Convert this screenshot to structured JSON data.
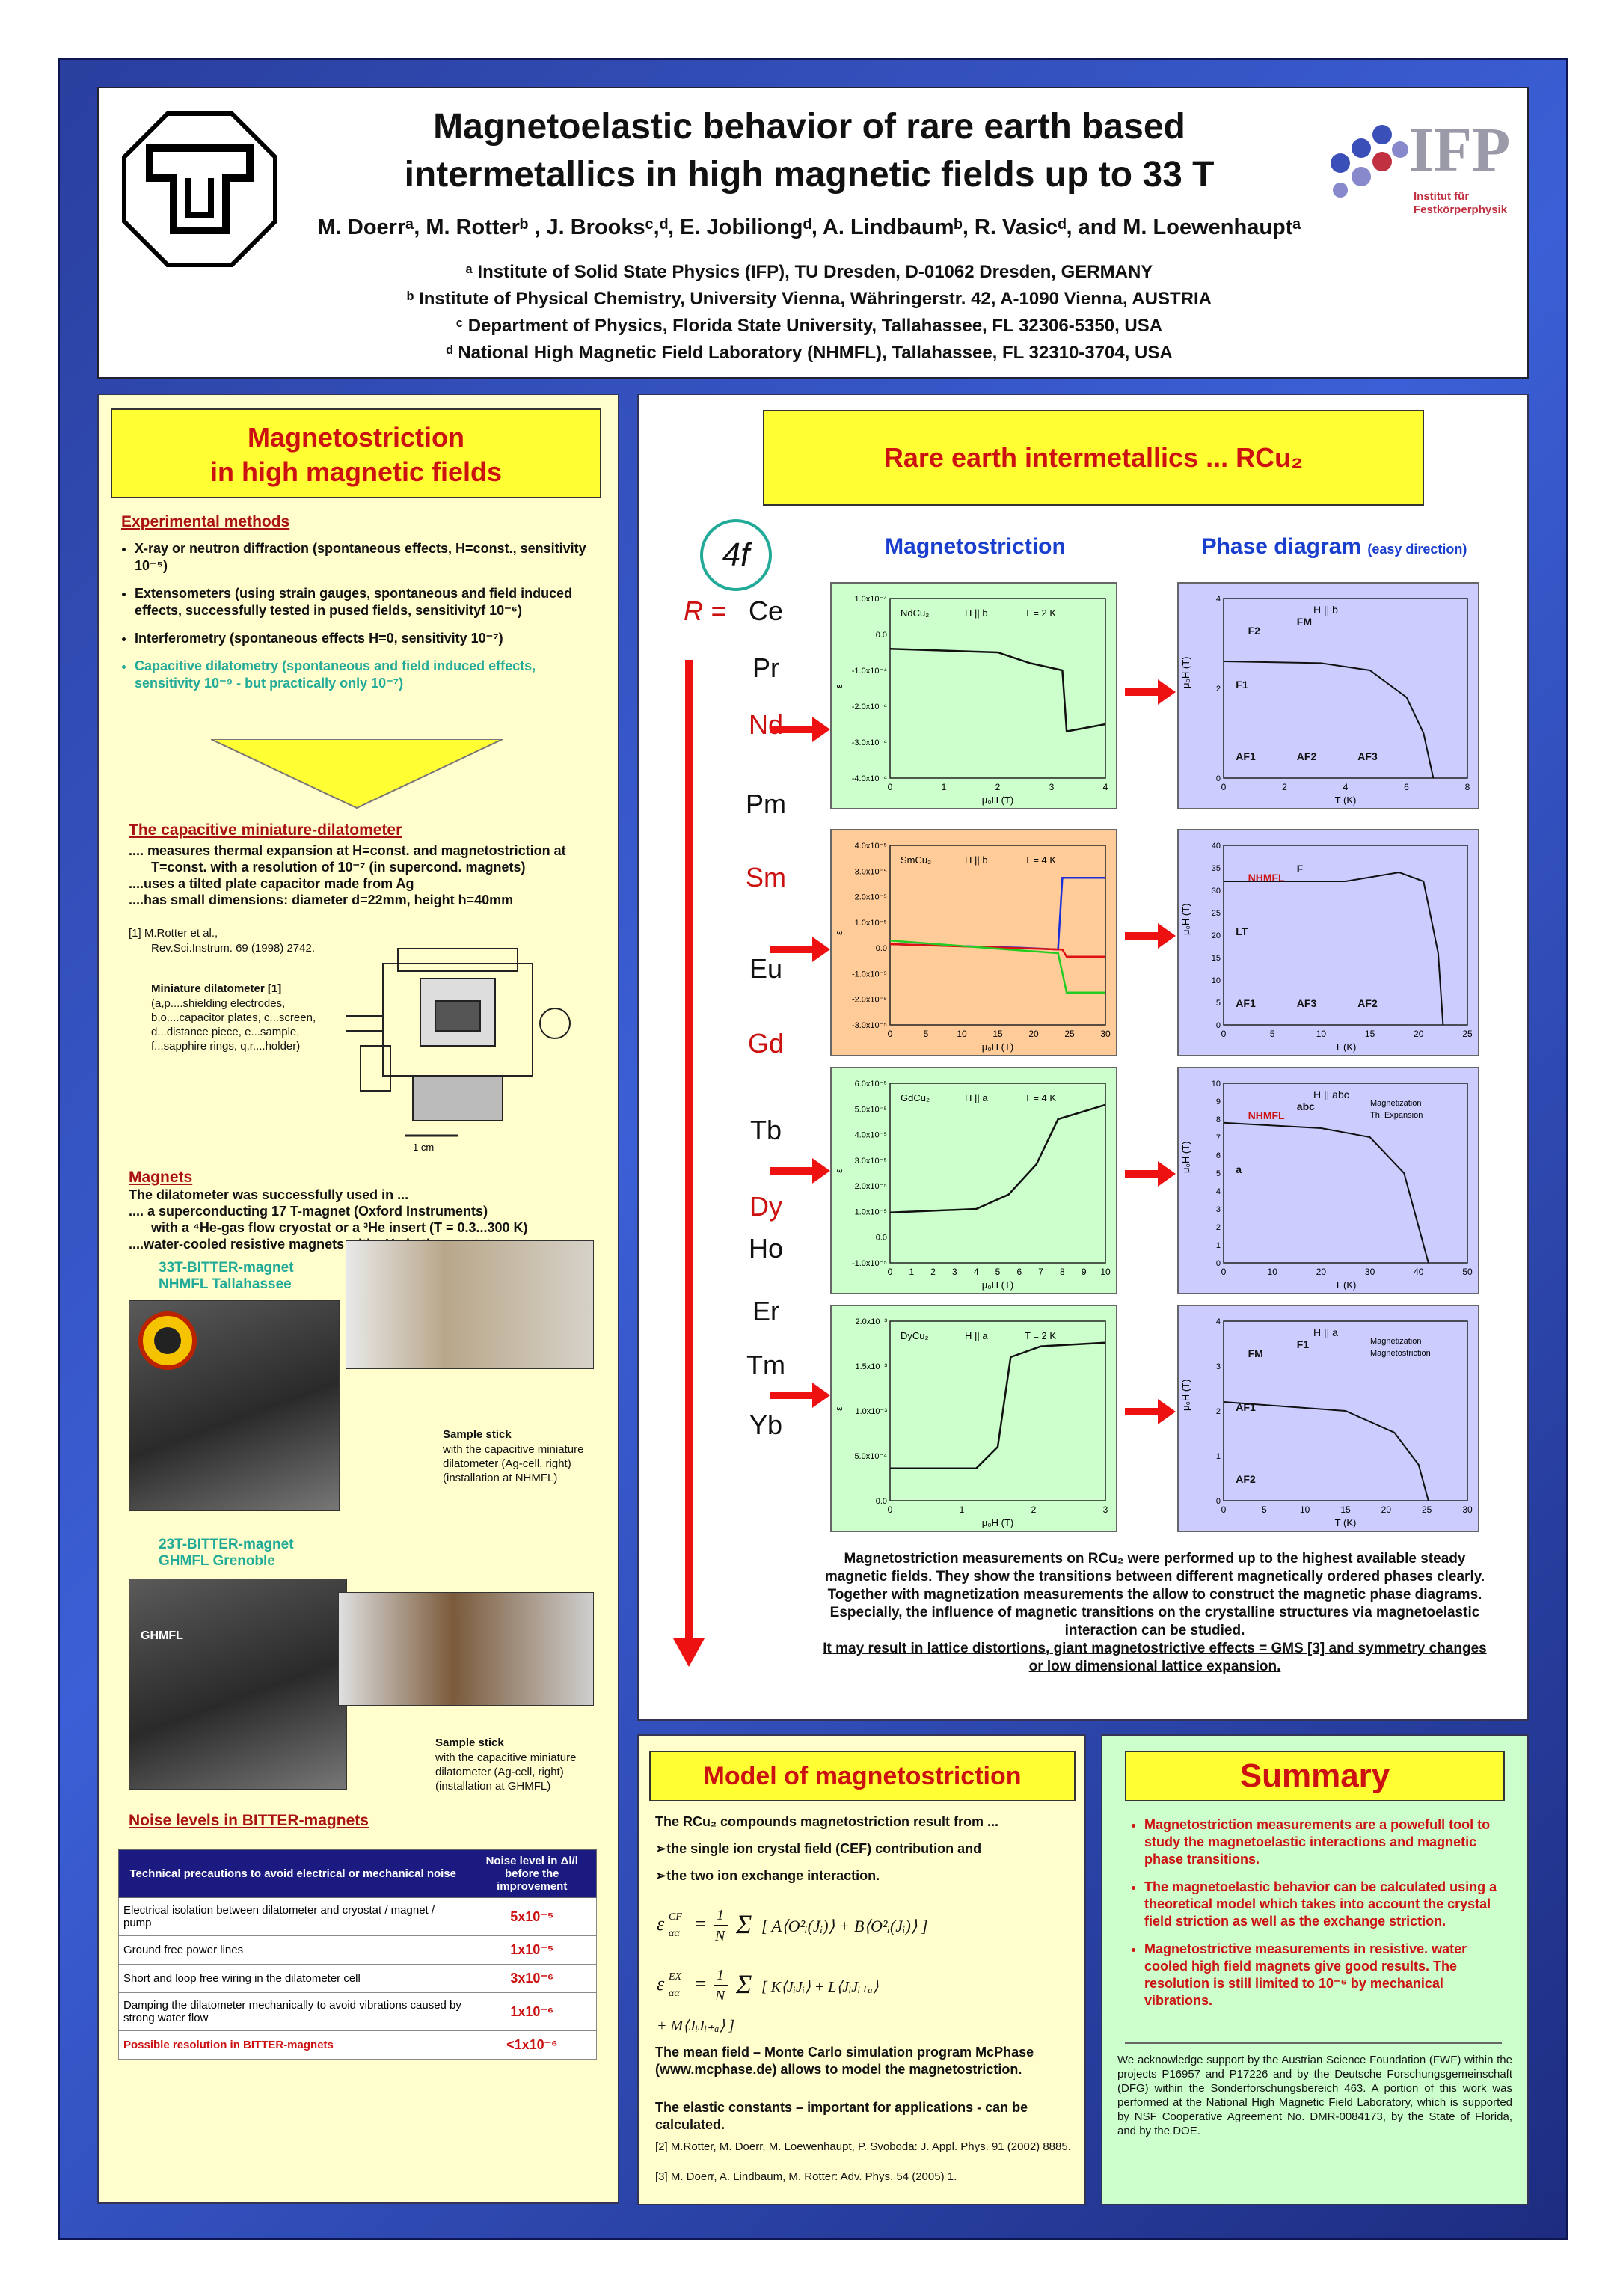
{
  "header": {
    "title_line1": "Magnetoelastic behavior of rare earth based",
    "title_line2": "intermetallics in high magnetic fields up to 33 T",
    "authors": "M. Doerrᵃ, M. Rotterᵇ , J. Brooksᶜ,ᵈ, E. Jobiliongᵈ, A. Lindbaumᵇ, R. Vasicᵈ, and M. Loewenhauptᵃ",
    "affiliations": [
      "ᵃ Institute of Solid State Physics (IFP), TU Dresden, D-01062 Dresden, GERMANY",
      "ᵇ Institute of Physical Chemistry, University Vienna, Währingerstr. 42, A-1090 Vienna, AUSTRIA",
      "ᶜ Department of Physics, Florida State University, Tallahassee, FL 32306-5350, USA",
      "ᵈ National High Magnetic Field Laboratory (NHMFL), Tallahassee, FL 32310-3704, USA"
    ],
    "logo_text": "IFP",
    "logo_sub1": "Institut für",
    "logo_sub2": "Festkörperphysik"
  },
  "left": {
    "heading1": "Magnetostriction",
    "heading2": "in high magnetic fields",
    "exp_methods": "Experimental methods",
    "bullets": [
      "X-ray or neutron diffraction (spontaneous effects, H=const., sensitivity 10⁻⁵)",
      "Extensometers (using strain gauges, spontaneous and field induced effects, successfully tested in pused fields, sensitivityf 10⁻⁶)",
      "Interferometry (spontaneous effects H=0, sensitivity 10⁻⁷)"
    ],
    "bullet_cyan": "Capacitive dilatometry (spontaneous and field induced effects, sensitivity 10⁻⁹ - but practically only 10⁻⁷)",
    "dil_head": "The capacitive miniature-dilatometer",
    "dil_lines": [
      ".... measures thermal expansion at H=const. and magnetostriction at T=const. with a resolution of 10⁻⁷ (in supercond. magnets)",
      "....uses a tilted plate capacitor made from Ag",
      "....has small dimensions: diameter d=22mm, height h=40mm"
    ],
    "ref1a": "[1] M.Rotter et al.,",
    "ref1b": "Rev.Sci.Instrum. 69 (1998) 2742.",
    "mini_title": "Miniature dilatometer [1]",
    "mini_lines": "(a,p....shielding electrodes, b,o....capacitor plates, c...screen, d...distance piece, e...sample, f...sapphire rings, q,r....holder)",
    "drawing_scale": "1 cm",
    "magnets_head": "Magnets",
    "magnets_lines": [
      "The dilatometer was successfully used in ...",
      ".... a superconducting 17 T-magnet (Oxford Instruments)",
      "with a ⁴He-gas flow cryostat or a ³He insert (T = 0.3...300 K)",
      "....water-cooled resistive magnets with ⁴He bath cryostats"
    ],
    "bitter33a": "33T-BITTER-magnet",
    "bitter33b": "NHMFL Tallahassee",
    "stick1_title": "Sample stick",
    "stick1_text": "with the capacitive miniature dilatometer (Ag-cell, right) (installation at NHMFL)",
    "bitter23a": "23T-BITTER-magnet",
    "bitter23b": "GHMFL Grenoble",
    "ghmfl_label": "GHMFL",
    "stick2_title": "Sample stick",
    "stick2_text": "with the capacitive miniature dilatometer (Ag-cell, right) (installation at GHMFL)",
    "noise_head": "Noise levels in BITTER-magnets",
    "noise_th1": "Technical precautions to avoid electrical or mechanical noise",
    "noise_th2": "Noise level in Δl/l before the improvement",
    "noise_rows": [
      {
        "text": "Electrical isolation between dilatometer and cryostat / magnet / pump",
        "val": "5x10⁻⁵"
      },
      {
        "text": "Ground free power lines",
        "val": "1x10⁻⁵"
      },
      {
        "text": "Short and loop free wiring in the dilatometer cell",
        "val": "3x10⁻⁶"
      },
      {
        "text": "Damping the dilatometer mechanically to avoid vibrations caused by strong water flow",
        "val": "1x10⁻⁶"
      },
      {
        "text": "Possible resolution in BITTER-magnets",
        "val": "<1x10⁻⁶"
      }
    ]
  },
  "right": {
    "heading": "Rare earth intermetallics ... RCu₂",
    "badge": "4f",
    "col_magnetostriction": "Magnetostriction",
    "col_phase": "Phase diagram",
    "col_phase_sub": "(easy direction)",
    "r_label": "R =",
    "elements": [
      "Ce",
      "Pr",
      "Nd",
      "Pm",
      "Sm",
      "Eu",
      "Gd",
      "Tb",
      "Dy",
      "Ho",
      "Er",
      "Tm",
      "Yb"
    ],
    "plots": [
      {
        "label": "NdCu₂",
        "dir": "H || b",
        "temp": "T = 2 K",
        "xlabel": "μ₀H (T)",
        "ylabel": "ε",
        "yticks": [
          "1.0x10⁻⁴",
          "0.0",
          "-1.0x10⁻⁴",
          "-2.0x10⁻⁴",
          "-3.0x10⁻⁴",
          "-4.0x10⁻⁴"
        ],
        "xticks": [
          "0",
          "1",
          "2",
          "3",
          "4"
        ]
      },
      {
        "label": "SmCu₂",
        "dir": "H || b",
        "temp": "T = 4 K",
        "xlabel": "μ₀H (T)",
        "ylabel": "ε",
        "yticks": [
          "4.0x10⁻⁵",
          "3.0x10⁻⁵",
          "2.0x10⁻⁵",
          "1.0x10⁻⁵",
          "0.0",
          "-1.0x10⁻⁵",
          "-2.0x10⁻⁵",
          "-3.0x10⁻⁵"
        ],
        "xticks": [
          "0",
          "5",
          "10",
          "15",
          "20",
          "25",
          "30"
        ]
      },
      {
        "label": "GdCu₂",
        "dir": "H || a",
        "temp": "T = 4 K",
        "xlabel": "μ₀H (T)",
        "ylabel": "ε",
        "yticks": [
          "6.0x10⁻⁵",
          "5.0x10⁻⁵",
          "4.0x10⁻⁵",
          "3.0x10⁻⁵",
          "2.0x10⁻⁵",
          "1.0x10⁻⁵",
          "0.0",
          "-1.0x10⁻⁵"
        ],
        "xticks": [
          "0",
          "1",
          "2",
          "3",
          "4",
          "5",
          "6",
          "7",
          "8",
          "9",
          "10"
        ]
      },
      {
        "label": "DyCu₂",
        "dir": "H || a",
        "temp": "T = 2 K",
        "xlabel": "μ₀H (T)",
        "ylabel": "ε",
        "yticks": [
          "2.0x10⁻³",
          "1.5x10⁻³",
          "1.0x10⁻³",
          "5.0x10⁻⁴",
          "0.0"
        ],
        "xticks": [
          "0",
          "1",
          "2",
          "3"
        ]
      }
    ],
    "phases": [
      {
        "title": "H || b",
        "xlabel": "T (K)",
        "ylabel": "μ₀H (T)",
        "labels": [
          "F2",
          "FM",
          "F1",
          "AF1",
          "AF2",
          "AF3"
        ],
        "xticks": [
          "0",
          "2",
          "4",
          "6",
          "8"
        ],
        "yticks": [
          "4",
          "2",
          "0"
        ]
      },
      {
        "title": "",
        "xlabel": "T (K)",
        "ylabel": "μ₀H (T)",
        "labels": [
          "NHMFL",
          "F",
          "LT",
          "AF1",
          "AF3",
          "AF2"
        ],
        "xticks": [
          "0",
          "5",
          "10",
          "15",
          "20",
          "25"
        ],
        "yticks": [
          "40",
          "35",
          "30",
          "25",
          "20",
          "15",
          "10",
          "5",
          "0"
        ]
      },
      {
        "title": "H || abc",
        "xlabel": "T (K)",
        "ylabel": "μ₀H (T)",
        "labels": [
          "NHMFL",
          "abc",
          "a"
        ],
        "xticks": [
          "0",
          "10",
          "20",
          "30",
          "40",
          "50"
        ],
        "yticks": [
          "10",
          "9",
          "8",
          "7",
          "6",
          "5",
          "4",
          "3",
          "2",
          "1",
          "0"
        ],
        "legend": [
          "Magnetization",
          "Th. Expansion"
        ]
      },
      {
        "title": "H || a",
        "xlabel": "T (K)",
        "ylabel": "μ₀H (T)",
        "labels": [
          "FM",
          "F1",
          "AF1",
          "AF2"
        ],
        "xticks": [
          "0",
          "5",
          "10",
          "15",
          "20",
          "25",
          "30"
        ],
        "yticks": [
          "4",
          "3",
          "2",
          "1",
          "0"
        ],
        "legend": [
          "Magnetization",
          "Magnetostriction"
        ]
      }
    ],
    "description": "Magnetostriction measurements on RCu₂ were performed up to the highest available steady magnetic fields. They show the transitions between different magnetically ordered phases clearly. Together with magnetization measurements the allow to construct the magnetic phase diagrams. Especially, the influence of magnetic transitions on the crystalline structures via magnetoelastic interaction can be studied.",
    "description_last": "It may result in lattice distortions, giant magnetostrictive effects = GMS [3] and symmetry changes or low dimensional lattice expansion."
  },
  "model": {
    "heading": "Model of magnetostriction",
    "intro": "The RCu₂ compounds magnetostriction result from ...",
    "item1": "➢the single ion crystal field (CEF) contribution and",
    "item2": "➢the two ion exchange interaction.",
    "mean_field": "The mean field – Monte Carlo simulation program McPhase (www.mcphase.de) allows to model the magnetostriction.",
    "elastic": "The elastic constants – important for applications - can be calculated.",
    "ref2": "[2] M.Rotter, M. Doerr, M. Loewenhaupt, P. Svoboda: J. Appl. Phys. 91 (2002) 8885.",
    "ref3": "[3] M. Doerr, A. Lindbaum, M. Rotter: Adv. Phys. 54 (2005) 1."
  },
  "summary": {
    "heading": "Summary",
    "items": [
      "Magnetostriction measurements are a powefull tool to study the magnetoelastic interactions and magnetic phase transitions.",
      "The magnetoelastic behavior can be calculated using a theoretical model which takes into account the crystal field striction as well as the exchange striction.",
      "Magnetostrictive measurements in resistive. water cooled high field magnets give good results. The resolution is still limited to 10⁻⁶ by mechanical vibrations."
    ],
    "ack": "We acknowledge support by the Austrian Science Foundation (FWF) within the projects P16957 and P17226 and by the Deutsche Forschungsgemeinschaft (DFG) within the Sonderforschungsbereich 463. A portion of this work was performed at the National High Magnetic Field Laboratory, which is supported by NSF Cooperative Agreement No. DMR-0084173, by the State of Florida, and by the DOE."
  },
  "colors": {
    "accent_red": "#cc1111",
    "yellow": "#ffff33",
    "cream": "#fffecc",
    "mint": "#ccffcc",
    "blue": "#2a3f9e",
    "plot_green": "#ccffcc",
    "plot_orange": "#ffcc99",
    "plot_lilac": "#ccccff"
  }
}
